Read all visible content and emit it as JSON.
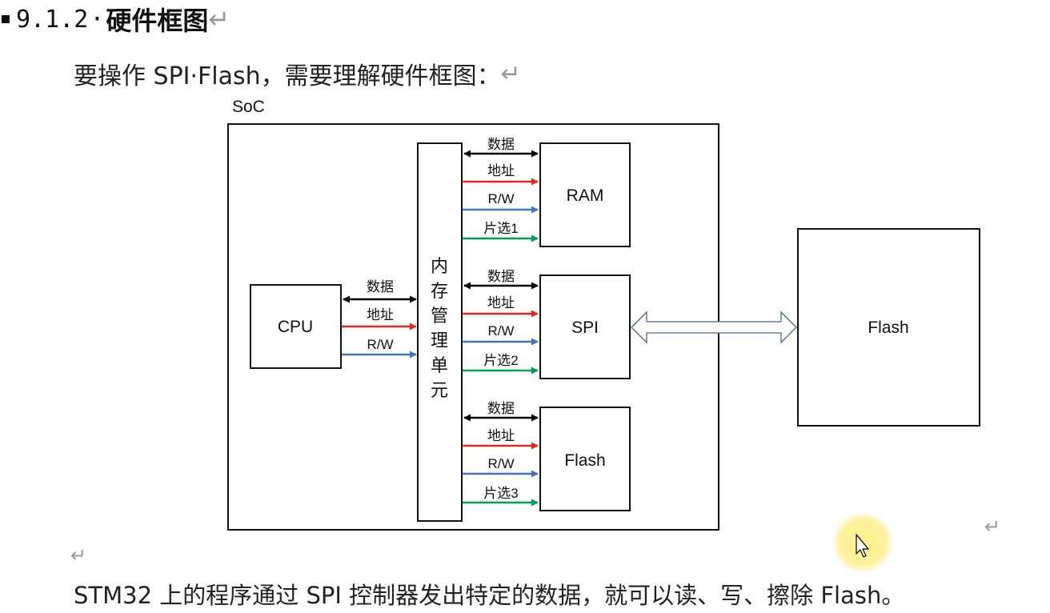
{
  "heading": {
    "number": "9.1.2",
    "separator": "·",
    "title": "硬件框图",
    "para_mark": "↵"
  },
  "intro": {
    "text": "要操作 SPI·Flash，需要理解硬件框图：",
    "para_mark": "↵"
  },
  "diagram": {
    "soc_label": "SoC",
    "cpu_label": "CPU",
    "mmu_label": [
      "内",
      "存",
      "管",
      "理",
      "单",
      "元"
    ],
    "ram_label": "RAM",
    "spi_label": "SPI",
    "inner_flash_label": "Flash",
    "external_flash_label": "Flash",
    "bus_data": "数据",
    "bus_addr": "地址",
    "bus_rw": "R/W",
    "cs1": "片选1",
    "cs2": "片选2",
    "cs3": "片选3",
    "colors": {
      "data": "#000000",
      "addr": "#e8281c",
      "rw": "#4472c4",
      "cs": "#00a050"
    }
  },
  "empty_para_mark": "↵",
  "footer": {
    "text": "STM32 上的程序通过 SPI 控制器发出特定的数据，就可以读、写、擦除 Flash。"
  }
}
